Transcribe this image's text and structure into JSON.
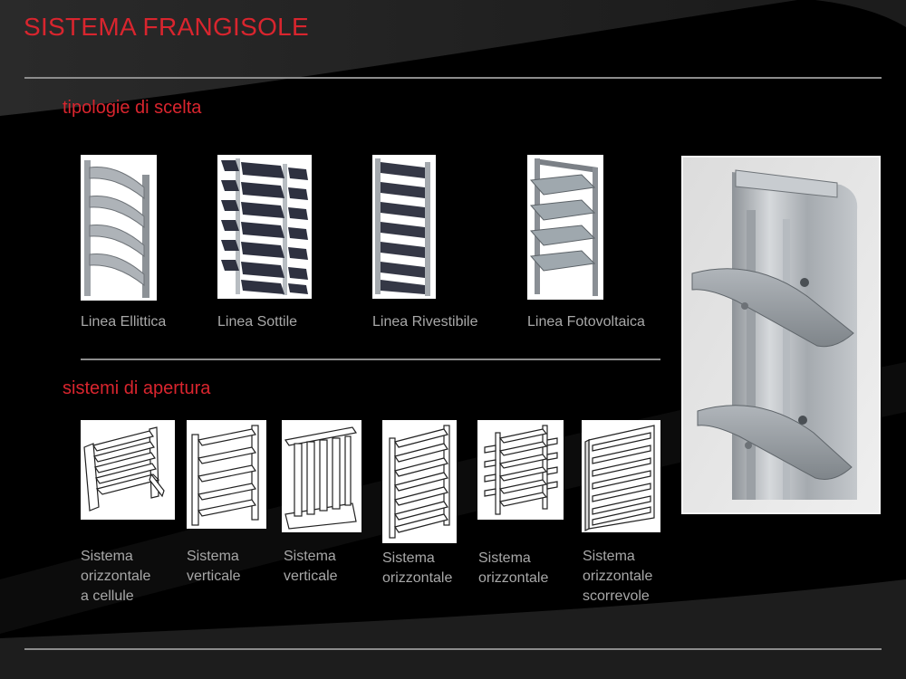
{
  "title": "SISTEMA FRANGISOLE",
  "tipologie": {
    "heading": "tipologie di scelta",
    "items": [
      {
        "label": "Linea Ellittica"
      },
      {
        "label": "Linea Sottile"
      },
      {
        "label": "Linea Rivestibile"
      },
      {
        "label": "Linea Fotovoltaica"
      }
    ]
  },
  "aperture": {
    "heading": "sistemi di apertura",
    "items": [
      {
        "label": "Sistema\norizzontale\na cellule"
      },
      {
        "label": "Sistema\nverticale"
      },
      {
        "label": "Sistema\nverticale"
      },
      {
        "label": "Sistema\norizzontale"
      },
      {
        "label": "Sistema\norizzontale"
      },
      {
        "label": "Sistema\norizzontale\nscorrevole"
      }
    ]
  },
  "colors": {
    "accent": "#d9252e",
    "caption": "#a8a8a8",
    "rule": "#8c8c8c"
  }
}
